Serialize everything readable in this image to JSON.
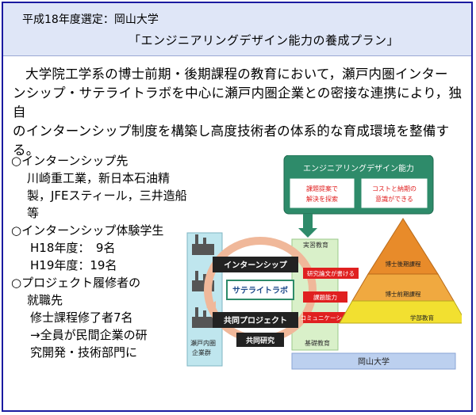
{
  "header": {
    "year_line": "平成18年度選定：岡山大学",
    "title": "「エンジニアリングデザイン能力の養成プラン」"
  },
  "intro": {
    "line1": "大学院工学系の博士前期・後期課程の教育において，瀬戸内圏インター",
    "line2": "ンシップ・サテライトラボを中心に瀬戸内圏企業との密接な連携により，独自",
    "line3": "のインターンシップ制度を構築し高度技術者の体系的な育成環境を整備す",
    "line4": "る。"
  },
  "left": {
    "b1": "○インターンシップ先",
    "b1_l1": "川崎重工業，新日本石油精",
    "b1_l2": "製，JFEスティール，三井造船",
    "b1_l3": "等",
    "b2": "○インターンシップ体験学生",
    "b2_l1": "H18年度：　9名",
    "b2_l2": "H19年度：19名",
    "b3": "○プロジェクト履修者の",
    "b3_l0": "就職先",
    "b3_l1": "修士課程修了者7名",
    "b3_l2": "→全員が民間企業の研",
    "b3_l3": "究開発・技術部門に"
  },
  "diagram": {
    "eng_ability": "エンジニアリングデザイン能力",
    "box1_l1": "課題提案で",
    "box1_l2": "解決を探索",
    "box2_l1": "コストと納期の",
    "box2_l2": "意識ができる",
    "jisshu": "実習教育",
    "kiso": "基礎教育",
    "internship": "インターンシップ",
    "satellite": "サテライトラボ",
    "joint_project": "共同プロジェクト",
    "joint_research": "共同研究",
    "setouchi_l1": "瀬戸内圏",
    "setouchi_l2": "企業群",
    "skill1": "研究論文が書ける",
    "skill2": "課題能力",
    "skill3": "コミュニケーション能力とプレゼン能力",
    "pyr_top": "博士後期課程",
    "pyr_mid": "博士前期課程",
    "pyr_bottom": "学部教育",
    "okayama": "岡山大学"
  },
  "colors": {
    "frame": "#1a1aa0",
    "header_bg": "#dfe6f7",
    "green_box": "#2e8b6a",
    "red": "#e02020",
    "pyramid_top": "#e88b2a",
    "pyramid_bottom": "#f2e030"
  }
}
